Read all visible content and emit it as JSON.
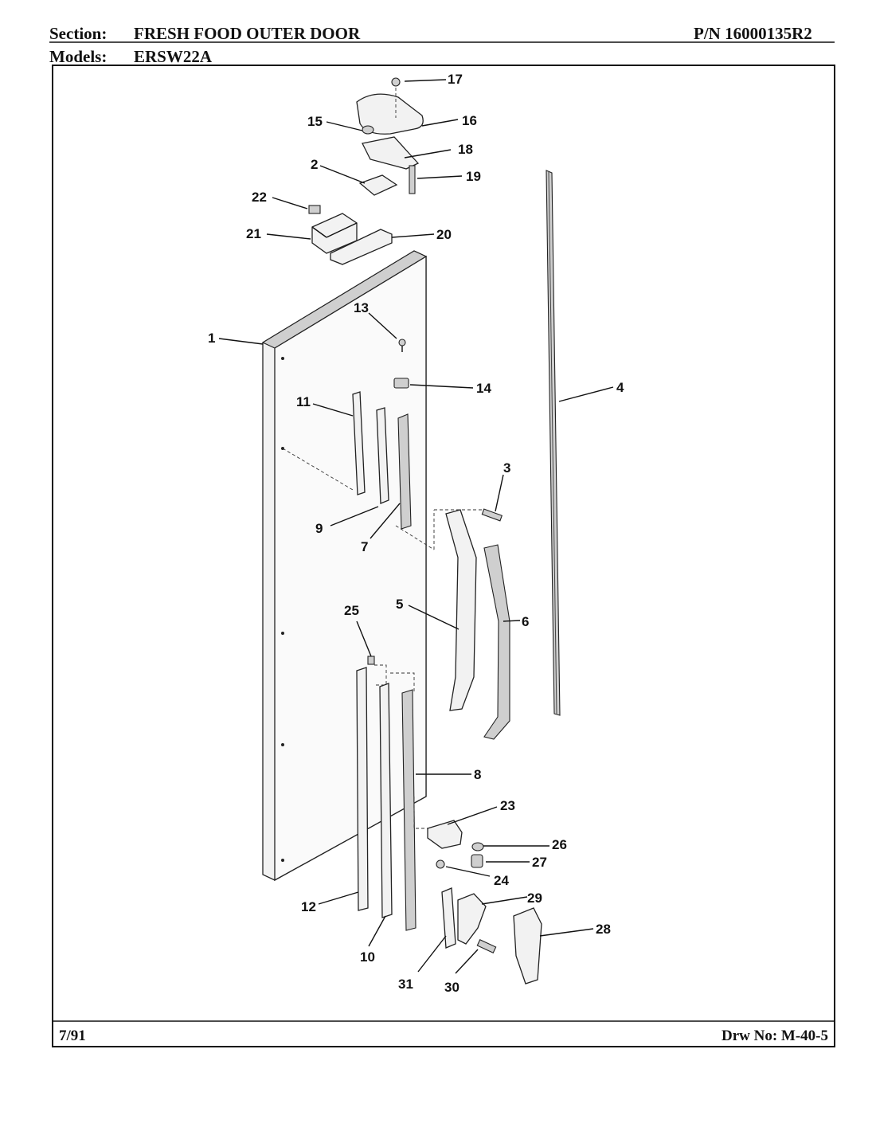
{
  "header": {
    "section_label": "Section:",
    "section_value": "FRESH FOOD OUTER DOOR",
    "part_number": "P/N 16000135R2",
    "models_label": "Models:",
    "models_value": "ERSW22A"
  },
  "footer": {
    "date": "7/91",
    "drawing_number": "Drw No: M-40-5"
  },
  "diagram": {
    "callouts": [
      "1",
      "2",
      "3",
      "4",
      "5",
      "6",
      "7",
      "8",
      "9",
      "10",
      "11",
      "12",
      "13",
      "14",
      "15",
      "16",
      "17",
      "18",
      "19",
      "20",
      "21",
      "22",
      "23",
      "24",
      "25",
      "26",
      "27",
      "28",
      "29",
      "30",
      "31"
    ]
  },
  "colors": {
    "ink": "#111111",
    "background": "#ffffff"
  }
}
